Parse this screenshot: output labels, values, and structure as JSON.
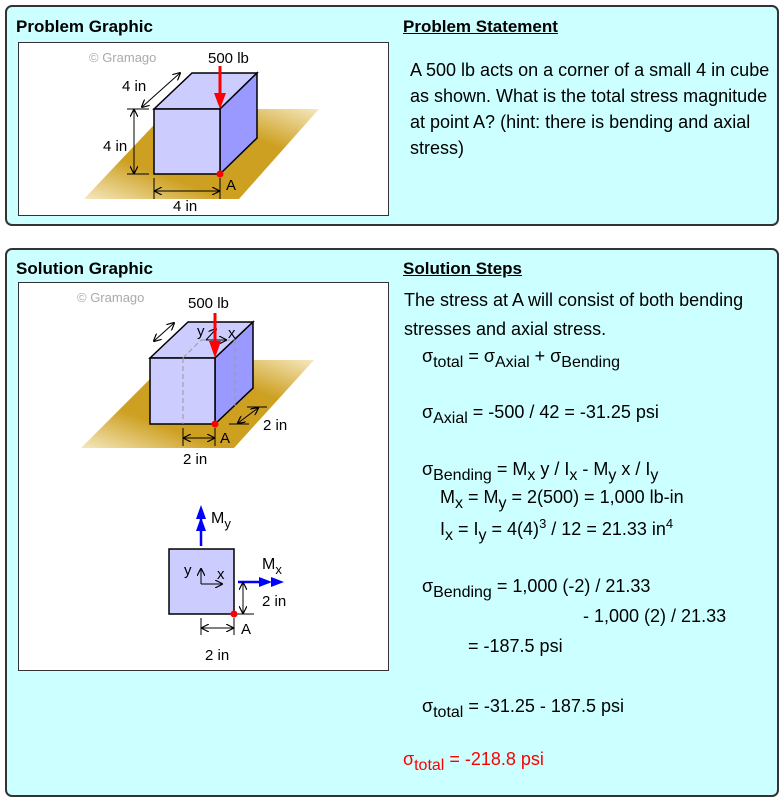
{
  "problem": {
    "graphic_title": "Problem Graphic",
    "statement_title": "Problem Statement",
    "statement": "A 500 lb acts on a corner of a small 4 in cube as shown. What is the total stress magnitude at point A? (hint: there is bending and axial stress)",
    "graphic": {
      "watermark": "© Gramago",
      "force": "500 lb",
      "dim_depth": "4 in",
      "dim_height": "4 in",
      "dim_width": "4 in",
      "point": "A"
    }
  },
  "solution": {
    "graphic_title": "Solution Graphic",
    "steps_title": "Solution Steps",
    "intro": "The stress at A will consist of both bending stresses and axial stress.",
    "graphic": {
      "watermark": "© Gramago",
      "force": "500 lb",
      "axis_y": "y",
      "axis_x": "x",
      "dim_z": "2 in",
      "dim_x": "2 in",
      "point": "A",
      "moment_y": "M",
      "moment_y_sub": "y",
      "moment_x": "M",
      "moment_x_sub": "x",
      "sec_dim_y": "2 in",
      "sec_dim_x": "2 in",
      "sec_point": "A"
    },
    "equations": [
      [
        {
          "t": "σ"
        },
        {
          "t": "total",
          "sub": true
        },
        {
          "t": " = σ"
        },
        {
          "t": "Axial",
          "sub": true
        },
        {
          "t": " + σ"
        },
        {
          "t": "Bending",
          "sub": true
        }
      ],
      [
        {
          "t": "σ"
        },
        {
          "t": "Axial",
          "sub": true
        },
        {
          "t": " = -500 / 42 = -31.25 psi"
        }
      ],
      [
        {
          "t": "σ"
        },
        {
          "t": "Bending",
          "sub": true
        },
        {
          "t": " = M"
        },
        {
          "t": "x",
          "sub": true
        },
        {
          "t": " y / I"
        },
        {
          "t": "x",
          "sub": true
        },
        {
          "t": " - M"
        },
        {
          "t": "y",
          "sub": true
        },
        {
          "t": " x / I"
        },
        {
          "t": "y",
          "sub": true
        }
      ],
      [
        {
          "t": "M"
        },
        {
          "t": "x",
          "sub": true
        },
        {
          "t": " = M"
        },
        {
          "t": "y",
          "sub": true
        },
        {
          "t": " = 2(500) = 1,000 lb-in"
        }
      ],
      [
        {
          "t": "I"
        },
        {
          "t": "x",
          "sub": true
        },
        {
          "t": " = I"
        },
        {
          "t": "y",
          "sub": true
        },
        {
          "t": " = 4(4)"
        },
        {
          "t": "3",
          "sup": true
        },
        {
          "t": " / 12 = 21.33 in"
        },
        {
          "t": "4",
          "sup": true
        }
      ],
      [
        {
          "t": "σ"
        },
        {
          "t": "Bending",
          "sub": true
        },
        {
          "t": " = 1,000 (-2) / 21.33"
        }
      ],
      [
        {
          "t": "- 1,000 (2) / 21.33"
        }
      ],
      [
        {
          "t": "= -187.5 psi"
        }
      ],
      [
        {
          "t": "σ"
        },
        {
          "t": "total",
          "sub": true
        },
        {
          "t": " = -31.25 - 187.5 psi"
        }
      ],
      [
        {
          "t": "σ"
        },
        {
          "t": "total",
          "sub": true
        },
        {
          "t": " = -218.8 psi"
        }
      ]
    ]
  },
  "colors": {
    "panel": "#ccffff",
    "force": "#ff0000",
    "moment": "#0000ff",
    "answer": "#ff0000"
  }
}
